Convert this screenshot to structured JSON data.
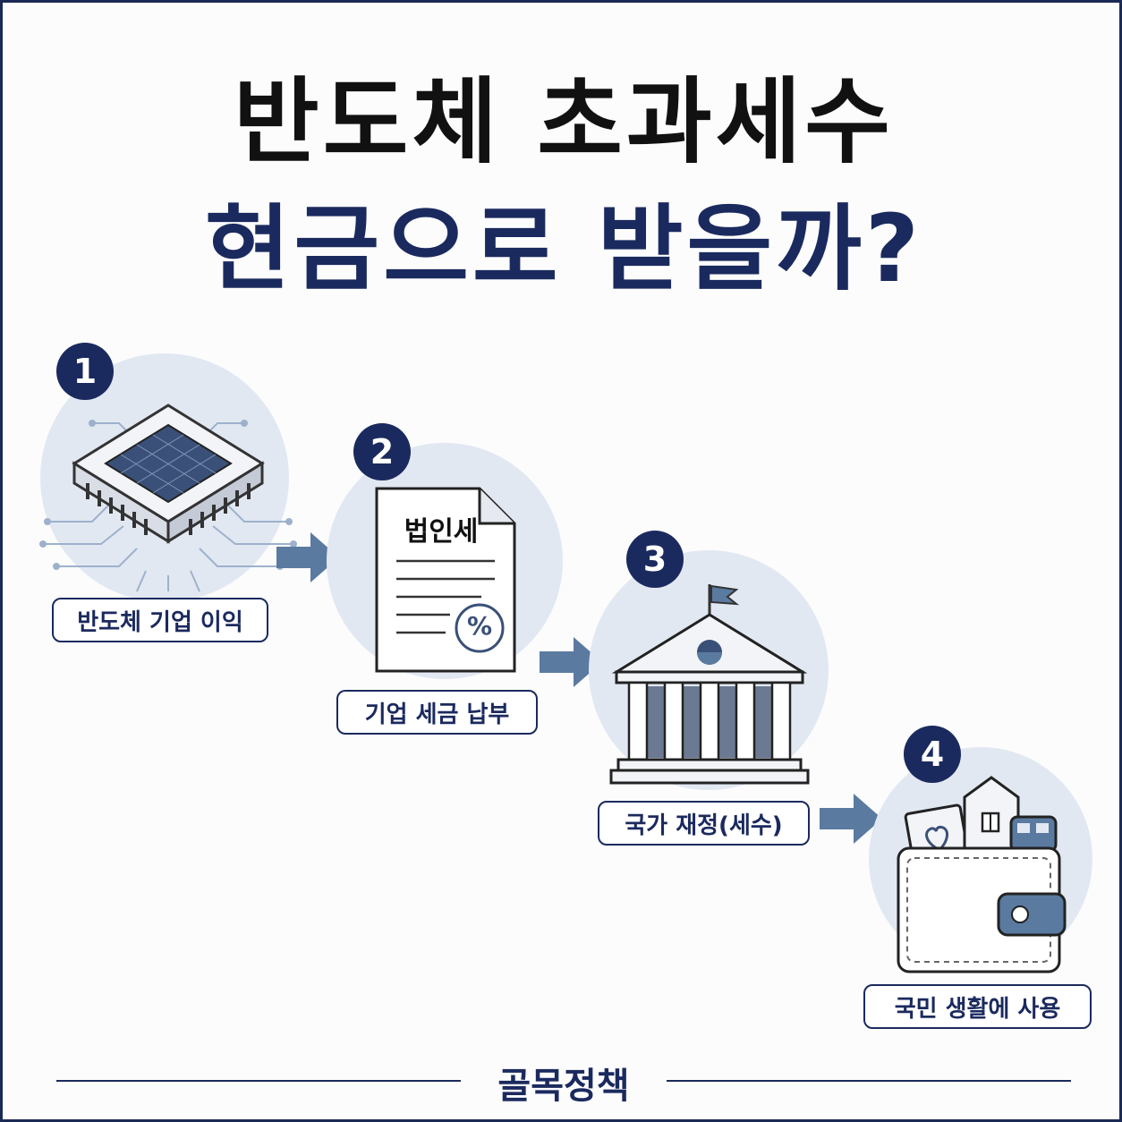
{
  "title": {
    "line1": "반도체 초과세수",
    "line2": "현금으로 받을까?"
  },
  "steps": [
    {
      "number": "1",
      "label": "반도체 기업 이익",
      "icon": "chip-icon"
    },
    {
      "number": "2",
      "label": "기업 세금 납부",
      "icon": "tax-document-icon",
      "doc_title": "법인세",
      "doc_symbol": "%"
    },
    {
      "number": "3",
      "label": "국가 재정(세수)",
      "icon": "government-building-icon"
    },
    {
      "number": "4",
      "label": "국민 생활에 사용",
      "icon": "wallet-icon"
    }
  ],
  "footer": {
    "brand": "골목정책"
  },
  "colors": {
    "navy": "#1b2a5e",
    "accent": "#5a7aa0",
    "bubble": "#e2e8f2"
  }
}
